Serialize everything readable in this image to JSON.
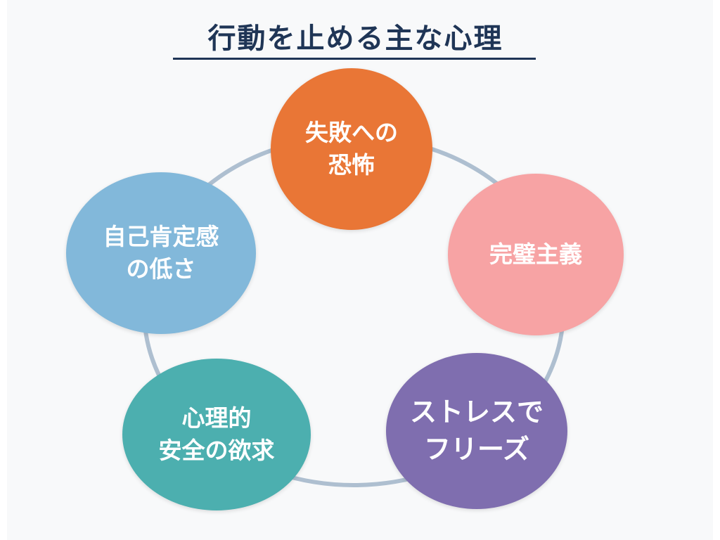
{
  "title": "行動を止める主な心理",
  "nodes": [
    {
      "id": "fear-of-failure",
      "label": "失敗への\n恐怖",
      "color": "#e97636"
    },
    {
      "id": "perfectionism",
      "label": "完璧主義",
      "color": "#f7a3a4"
    },
    {
      "id": "freeze-under-stress",
      "label": "ストレスで\nフリーズ",
      "color": "#7f6eaf"
    },
    {
      "id": "psychological-safety",
      "label": "心理的\n安全の欲求",
      "color": "#4cafaf"
    },
    {
      "id": "low-self-esteem",
      "label": "自己肯定感\nの低さ",
      "color": "#82b8da"
    }
  ],
  "colors": {
    "title": "#1f3556",
    "ring": "#aebfd0"
  }
}
